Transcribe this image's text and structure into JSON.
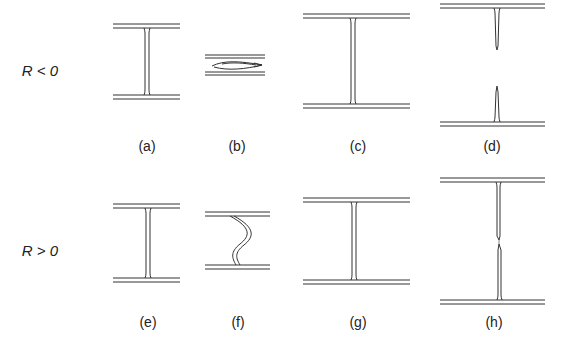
{
  "diagram": {
    "labels": [
      "R < 0",
      "(a)",
      "(b)",
      "(c)",
      "(d)",
      "R > 0",
      "(e)",
      "(f)",
      "(g)",
      "(h)"
    ]
  }
}
